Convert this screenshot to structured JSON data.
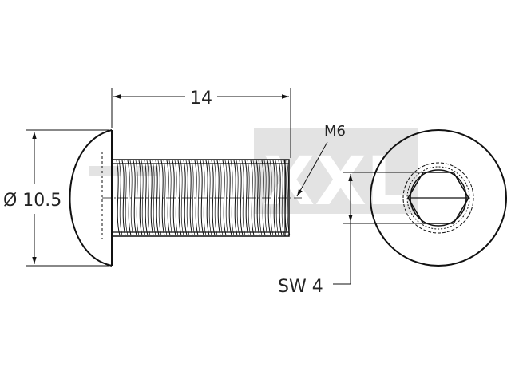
{
  "drawing": {
    "dimensions": {
      "length_label": "14",
      "diameter_label": "Ø 10.5",
      "thread_label": "M6",
      "wrench_label": "SW 4"
    },
    "watermark": {
      "text": "XXL",
      "color": "#d9d9d9"
    },
    "colors": {
      "line": "#111111",
      "background": "#ffffff"
    }
  }
}
